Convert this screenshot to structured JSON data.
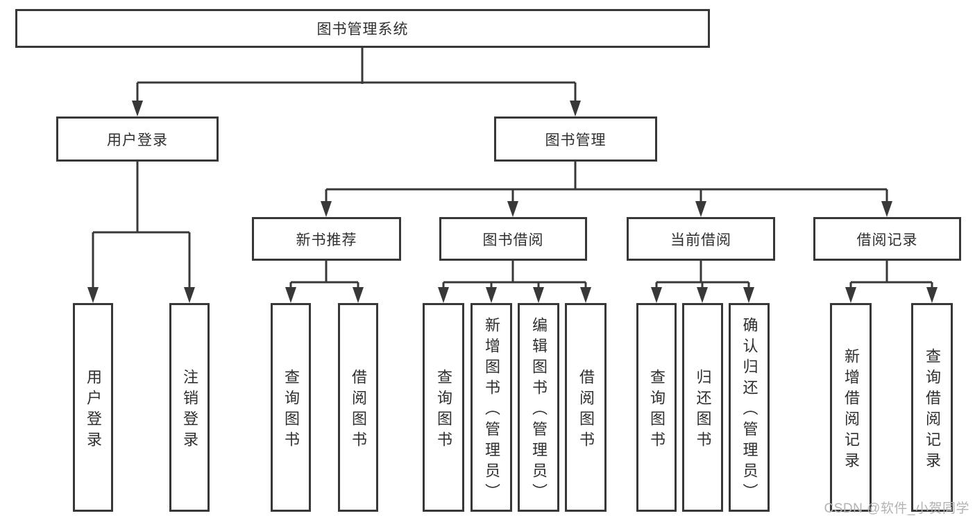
{
  "colors": {
    "line": "#383838",
    "text": "#2f2f2f",
    "box_bg": "#ffffff",
    "watermark": "#b3b3b3"
  },
  "watermark": {
    "text": "CSDN @软件_小贺同学"
  },
  "diagram": {
    "type": "tree",
    "root": {
      "label": "图书管理系统",
      "children": [
        {
          "label": "用户登录",
          "children": [
            {
              "label": "用户登录"
            },
            {
              "label": "注销登录"
            }
          ]
        },
        {
          "label": "图书管理",
          "children": [
            {
              "label": "新书推荐",
              "children": [
                {
                  "label": "查询图书"
                },
                {
                  "label": "借阅图书"
                }
              ]
            },
            {
              "label": "图书借阅",
              "children": [
                {
                  "label": "查询图书"
                },
                {
                  "label": "新增图书（管理员）"
                },
                {
                  "label": "编辑图书（管理员）"
                },
                {
                  "label": "借阅图书"
                }
              ]
            },
            {
              "label": "当前借阅",
              "children": [
                {
                  "label": "查询图书"
                },
                {
                  "label": "归还图书"
                },
                {
                  "label": "确认归还（管理员）"
                }
              ]
            },
            {
              "label": "借阅记录",
              "children": [
                {
                  "label": "新增借阅记录"
                },
                {
                  "label": "查询借阅记录"
                }
              ]
            }
          ]
        }
      ]
    }
  }
}
